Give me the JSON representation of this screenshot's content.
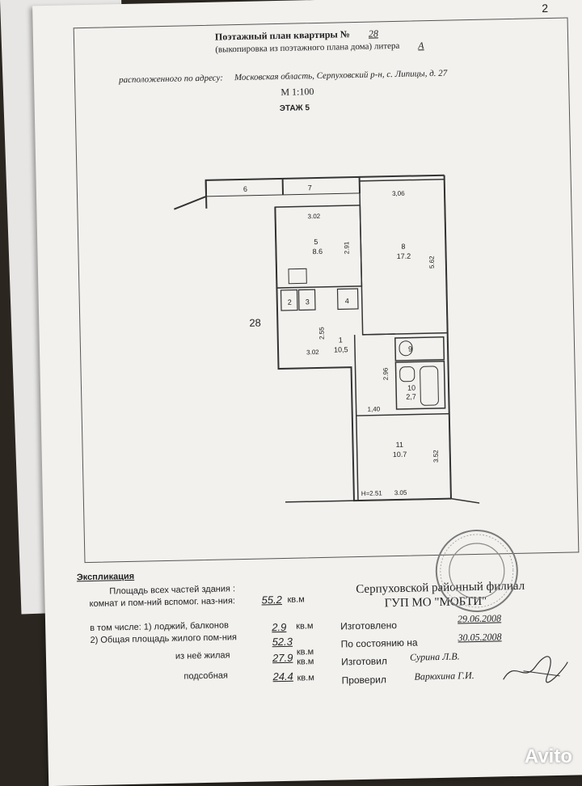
{
  "page_number": "2",
  "header": {
    "title_label": "Поэтажный план квартиры №",
    "apt_number": "28",
    "subtitle": "(выкопировка из поэтажного плана дома) литера",
    "litera": "А",
    "address_label": "расположенного по адресу:",
    "address": "Московская область, Серпуховский р-н, с. Липицы, д. 27",
    "scale": "М 1:100",
    "floor": "ЭТАЖ  5"
  },
  "plan": {
    "rooms": [
      {
        "num": "1",
        "area": "10,5"
      },
      {
        "num": "2",
        "area": ""
      },
      {
        "num": "3",
        "area": ""
      },
      {
        "num": "4",
        "area": ""
      },
      {
        "num": "5",
        "area": "8.6"
      },
      {
        "num": "6",
        "area": ""
      },
      {
        "num": "7",
        "area": ""
      },
      {
        "num": "8",
        "area": "17.2"
      },
      {
        "num": "9",
        "area": ""
      },
      {
        "num": "10",
        "area": "2,7"
      },
      {
        "num": "11",
        "area": "10.7"
      }
    ],
    "dimensions": [
      "3,06",
      "3.02",
      "2.91",
      "5.62",
      "2.55",
      "3.02",
      "2.96",
      "1,40",
      "3.52",
      "3.05"
    ],
    "height": "Н=2.51",
    "apt_marker": "28"
  },
  "explication": {
    "heading": "Экспликация",
    "rows": [
      {
        "label": "Площадь всех частей здания :",
        "value": "",
        "unit": ""
      },
      {
        "label": "комнат и пом-ний вспомог. наз-ния:",
        "value": "55.2",
        "unit": "кв.м"
      },
      {
        "label": "в том числе: 1) лоджий, балконов",
        "value": "2.9",
        "unit": "кв.м"
      },
      {
        "label": "2) Общая площадь жилого пом-ния",
        "value": "52.3",
        "unit": "кв.м"
      },
      {
        "label": "из неё жилая",
        "value": "27.9",
        "unit": "кв.м"
      },
      {
        "label": "подсобная",
        "value": "24.4",
        "unit": "кв.м"
      }
    ]
  },
  "org": {
    "line1": "Серпуховской районный филиал",
    "line2": "ГУП МО \"МОБТИ\""
  },
  "signoff": [
    {
      "label": "Изготовлено",
      "value": "29.06.2008"
    },
    {
      "label": "По состоянию на",
      "value": "30.05.2008"
    },
    {
      "label": "Изготовил",
      "value": "Сурина Л.В."
    },
    {
      "label": "Проверил",
      "value": "Варюхина Г.И."
    }
  ],
  "watermark": "Avito"
}
